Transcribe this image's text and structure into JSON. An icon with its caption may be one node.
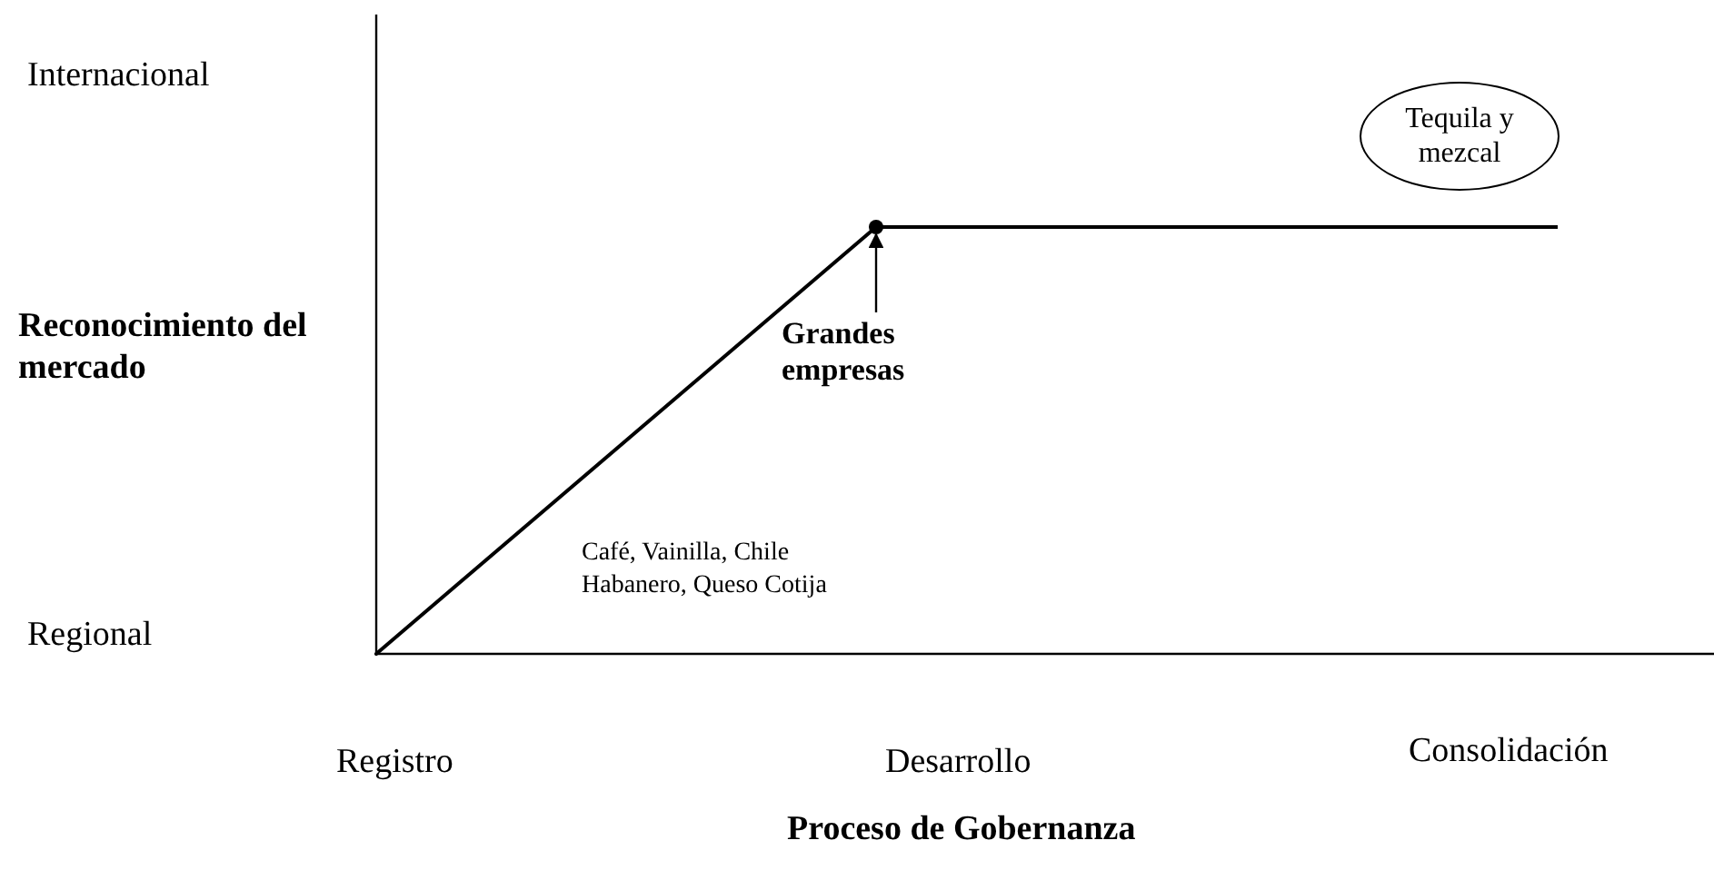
{
  "diagram": {
    "nodes": [
      {
        "text": [
          "Tequila y mezcal"
        ]
      },
      {
        "text": [],
        "shape": "circle"
      },
      {
        "text": [
          "Grandes empresas"
        ]
      }
    ],
    "edges": [
      {
        "from": 2,
        "to": 1,
        "arrow": "to"
      }
    ],
    "labels": [
      "Internacional",
      "Reconocimiento del mercado",
      "Regional",
      "Café, Vainilla, Chile Habanero, Queso Cotija",
      "Registro",
      "Desarrollo",
      "Consolidación",
      "Proceso de Gobernanza"
    ]
  }
}
